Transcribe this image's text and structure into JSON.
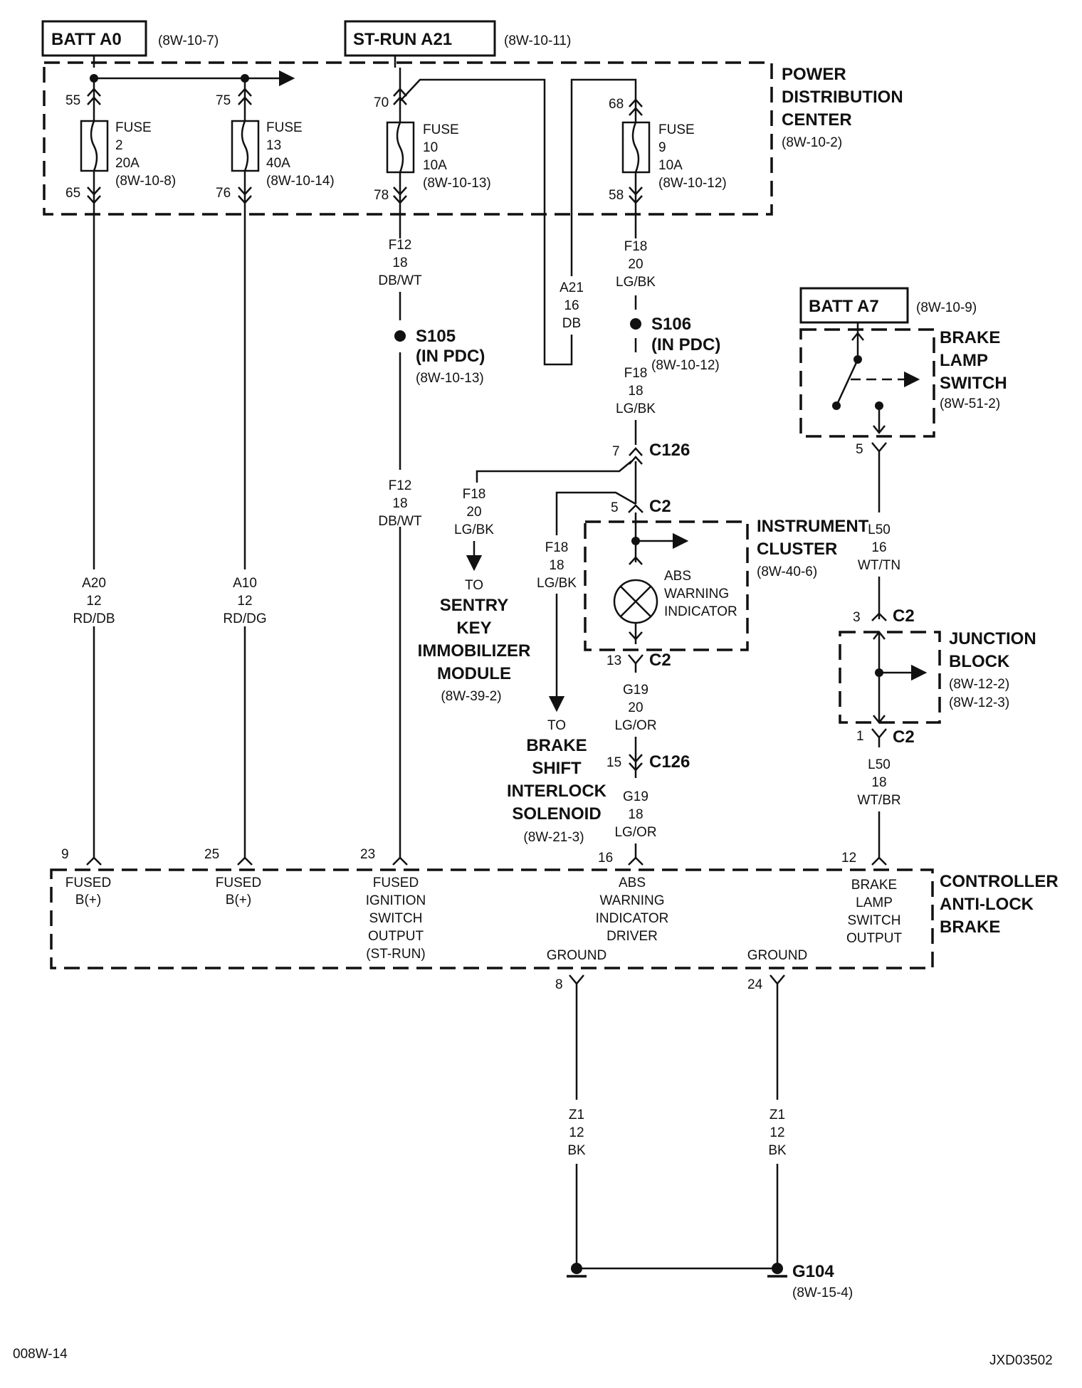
{
  "sources": {
    "batt_a0": {
      "label": "BATT A0",
      "ref": "(8W-10-7)"
    },
    "st_run_a21": {
      "label": "ST-RUN A21",
      "ref": "(8W-10-11)"
    },
    "batt_a7": {
      "label": "BATT A7",
      "ref": "(8W-10-9)"
    }
  },
  "pdc": {
    "title": [
      "POWER",
      "DISTRIBUTION",
      "CENTER"
    ],
    "ref": "(8W-10-2)",
    "fuses": [
      {
        "pin_in": "55",
        "pin_out": "65",
        "lines": [
          "FUSE",
          "2",
          "20A",
          "(8W-10-8)"
        ]
      },
      {
        "pin_in": "75",
        "pin_out": "76",
        "lines": [
          "FUSE",
          "13",
          "40A",
          "(8W-10-14)"
        ]
      },
      {
        "pin_in": "70",
        "pin_out": "78",
        "lines": [
          "FUSE",
          "10",
          "10A",
          "(8W-10-13)"
        ]
      },
      {
        "pin_in": "68",
        "pin_out": "58",
        "lines": [
          "FUSE",
          "9",
          "10A",
          "(8W-10-12)"
        ]
      }
    ]
  },
  "wires": {
    "a20": [
      "A20",
      "12",
      "RD/DB"
    ],
    "a10": [
      "A10",
      "12",
      "RD/DG"
    ],
    "f12_top": [
      "F12",
      "18",
      "DB/WT"
    ],
    "f12_bot": [
      "F12",
      "18",
      "DB/WT"
    ],
    "a21": [
      "A21",
      "16",
      "DB"
    ],
    "f18_top": [
      "F18",
      "20",
      "LG/BK"
    ],
    "f18_mid": [
      "F18",
      "18",
      "LG/BK"
    ],
    "f18_sentry": [
      "F18",
      "20",
      "LG/BK"
    ],
    "f18_brake": [
      "F18",
      "18",
      "LG/BK"
    ],
    "g19_top": [
      "G19",
      "20",
      "LG/OR"
    ],
    "g19_bot": [
      "G19",
      "18",
      "LG/OR"
    ],
    "l50_top": [
      "L50",
      "16",
      "WT/TN"
    ],
    "l50_bot": [
      "L50",
      "18",
      "WT/BR"
    ],
    "z1_left": [
      "Z1",
      "12",
      "BK"
    ],
    "z1_right": [
      "Z1",
      "12",
      "BK"
    ]
  },
  "splices": {
    "s105": {
      "name": "S105",
      "sub": "(IN PDC)",
      "ref": "(8W-10-13)"
    },
    "s106": {
      "name": "S106",
      "sub": "(IN PDC)",
      "ref": "(8W-10-12)"
    }
  },
  "connectors": {
    "c126_top": {
      "pin": "7",
      "name": "C126"
    },
    "c2_ic_in": {
      "pin": "5",
      "name": "C2"
    },
    "c2_ic_out": {
      "pin": "13",
      "name": "C2"
    },
    "c126_bot": {
      "pin": "15",
      "name": "C126"
    },
    "c2_jb_in": {
      "pin": "3",
      "name": "C2"
    },
    "c2_jb_out": {
      "pin": "1",
      "name": "C2"
    },
    "bls_pin": {
      "pin": "5"
    }
  },
  "sentry": {
    "to": "TO",
    "name": [
      "SENTRY",
      "KEY",
      "IMMOBILIZER",
      "MODULE"
    ],
    "ref": "(8W-39-2)"
  },
  "brake_shift": {
    "to": "TO",
    "name": [
      "BRAKE",
      "SHIFT",
      "INTERLOCK",
      "SOLENOID"
    ],
    "ref": "(8W-21-3)"
  },
  "instrument_cluster": {
    "title": [
      "INSTRUMENT",
      "CLUSTER"
    ],
    "ref": "(8W-40-6)",
    "lamp": [
      "ABS",
      "WARNING",
      "INDICATOR"
    ]
  },
  "brake_lamp_switch": {
    "title": [
      "BRAKE",
      "LAMP",
      "SWITCH"
    ],
    "ref": "(8W-51-2)"
  },
  "junction_block": {
    "title": [
      "JUNCTION",
      "BLOCK"
    ],
    "refs": [
      "(8W-12-2)",
      "(8W-12-3)"
    ]
  },
  "controller": {
    "title": [
      "CONTROLLER",
      "ANTI-LOCK",
      "BRAKE"
    ],
    "pins": [
      {
        "pin": "9",
        "lines": [
          "FUSED",
          "B(+)"
        ]
      },
      {
        "pin": "25",
        "lines": [
          "FUSED",
          "B(+)"
        ]
      },
      {
        "pin": "23",
        "lines": [
          "FUSED",
          "IGNITION",
          "SWITCH",
          "OUTPUT",
          "(ST-RUN)"
        ]
      },
      {
        "pin": "16",
        "lines": [
          "ABS",
          "WARNING",
          "INDICATOR",
          "DRIVER"
        ]
      },
      {
        "pin": "12",
        "lines": [
          "BRAKE",
          "LAMP",
          "SWITCH",
          "OUTPUT"
        ]
      },
      {
        "pin": "8",
        "lines": [
          "GROUND"
        ]
      },
      {
        "pin": "24",
        "lines": [
          "GROUND"
        ]
      }
    ]
  },
  "ground": {
    "name": "G104",
    "ref": "(8W-15-4)"
  },
  "footer": {
    "left": "008W-14",
    "right": "JXD03502"
  }
}
